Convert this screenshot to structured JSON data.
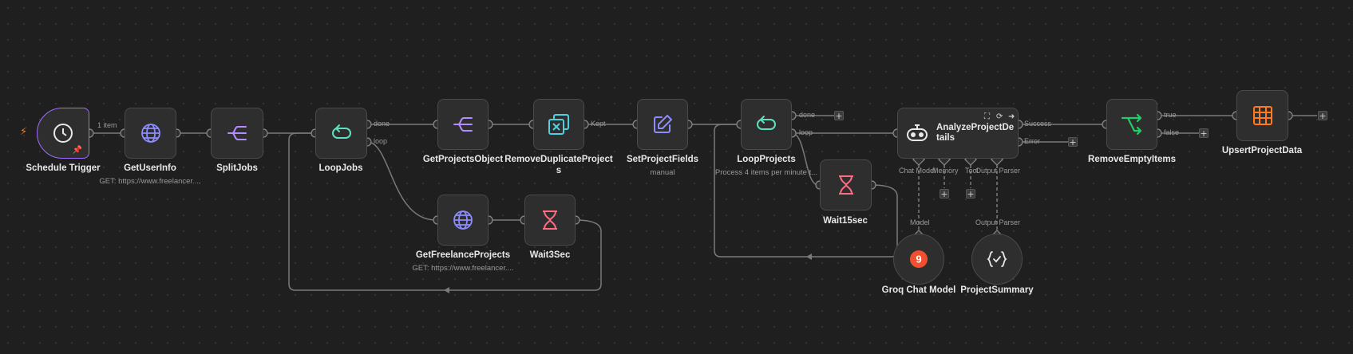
{
  "colors": {
    "background": "#1f1f1f",
    "node_fill": "#2e2e2e",
    "node_border": "#4a4a4a",
    "trigger_border": "#a06bff",
    "edge": "#7a7a7a",
    "http_icon": "#8c8cff",
    "split_icon": "#b38cff",
    "loop_icon": "#5ee0c0",
    "wait_icon": "#ff6b81",
    "dedupe_icon": "#4fd0e0",
    "set_icon": "#8c8cff",
    "if_icon": "#22cc66",
    "table_icon": "#ff7a1a",
    "groq": "#f05030"
  },
  "nodes": {
    "schedule_trigger": {
      "label": "Schedule Trigger",
      "icon": "clock-icon"
    },
    "get_user_info": {
      "label": "GetUserInfo",
      "sub": "GET: https://www.freelancer....",
      "icon": "globe-icon"
    },
    "split_jobs": {
      "label": "SplitJobs",
      "icon": "split-icon"
    },
    "loop_jobs": {
      "label": "LoopJobs",
      "icon": "loop-icon"
    },
    "get_projects_object": {
      "label": "GetProjectsObject",
      "icon": "split-icon"
    },
    "remove_duplicate_projects": {
      "label_line1": "RemoveDuplicateProject",
      "label_line2": "s",
      "icon": "dedupe-icon"
    },
    "set_project_fields": {
      "label": "SetProjectFields",
      "sub": "manual",
      "icon": "pencil-icon"
    },
    "loop_projects": {
      "label": "LoopProjects",
      "sub": "Process 4 items per minute t...",
      "icon": "loop-icon"
    },
    "analyze_project_details": {
      "label": "AnalyzeProjectDetails",
      "icon": "robot-icon"
    },
    "remove_empty_items": {
      "label": "RemoveEmptyItems",
      "icon": "if-icon"
    },
    "upsert_project_data": {
      "label": "UpsertProjectData",
      "icon": "table-icon"
    },
    "get_freelance_projects": {
      "label": "GetFreelanceProjects",
      "sub": "GET: https://www.freelancer....",
      "icon": "globe-icon"
    },
    "wait_3sec": {
      "label": "Wait3Sec",
      "icon": "hourglass-icon"
    },
    "wait_15sec": {
      "label": "Wait15sec",
      "icon": "hourglass-icon"
    },
    "groq_chat_model": {
      "label": "Groq Chat Model",
      "badge": "9",
      "icon": "groq-icon"
    },
    "project_summary": {
      "label": "ProjectSummary",
      "icon": "braces-icon"
    }
  },
  "port_labels": {
    "one_item": "1 item",
    "done": "done",
    "loop": "loop",
    "kept": "Kept",
    "done2": "done",
    "loop2": "loop",
    "success": "Success",
    "error": "Error",
    "true": "true",
    "false": "false",
    "chat_model": "Chat Model",
    "memory": "Memory",
    "tool": "Tool",
    "output_parser": "Output Parser",
    "model": "Model",
    "output_parser_sub": "Output Parser"
  },
  "plus_glyph": "+"
}
